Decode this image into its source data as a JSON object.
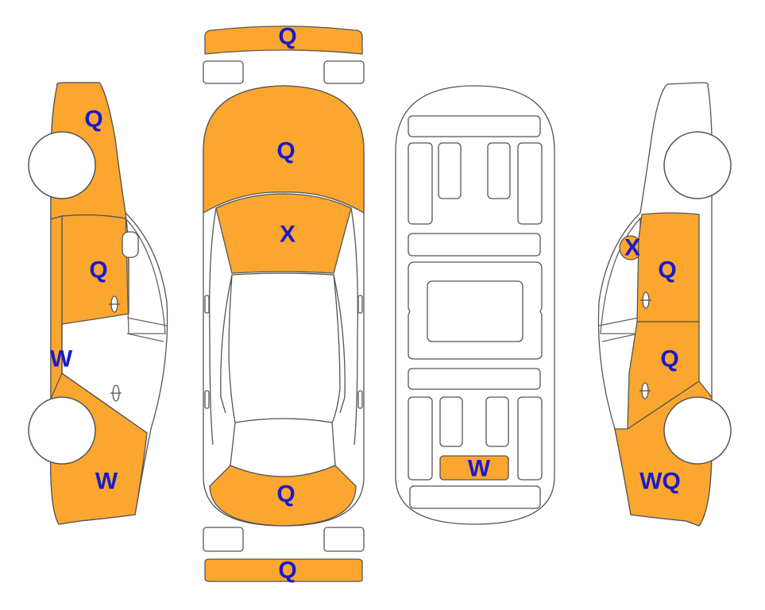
{
  "colors": {
    "damage_fill": "#FBA62F",
    "outline": "#555555",
    "marker_text": "#1A1ACC",
    "background": "#FFFFFF"
  },
  "views": {
    "left_side": {
      "front_fender": "Q",
      "front_door": "Q",
      "rocker": "W",
      "rear_quarter": "W"
    },
    "top": {
      "front_bumper": "Q",
      "hood": "Q",
      "windshield_cowl": "X",
      "trunk_lid": "Q",
      "rear_bumper": "Q"
    },
    "underbody": {
      "rear_crossmember": "W"
    },
    "right_side": {
      "front_door_edge": "X",
      "front_door": "Q",
      "rear_door": "Q",
      "rear_quarter": "WQ"
    }
  }
}
